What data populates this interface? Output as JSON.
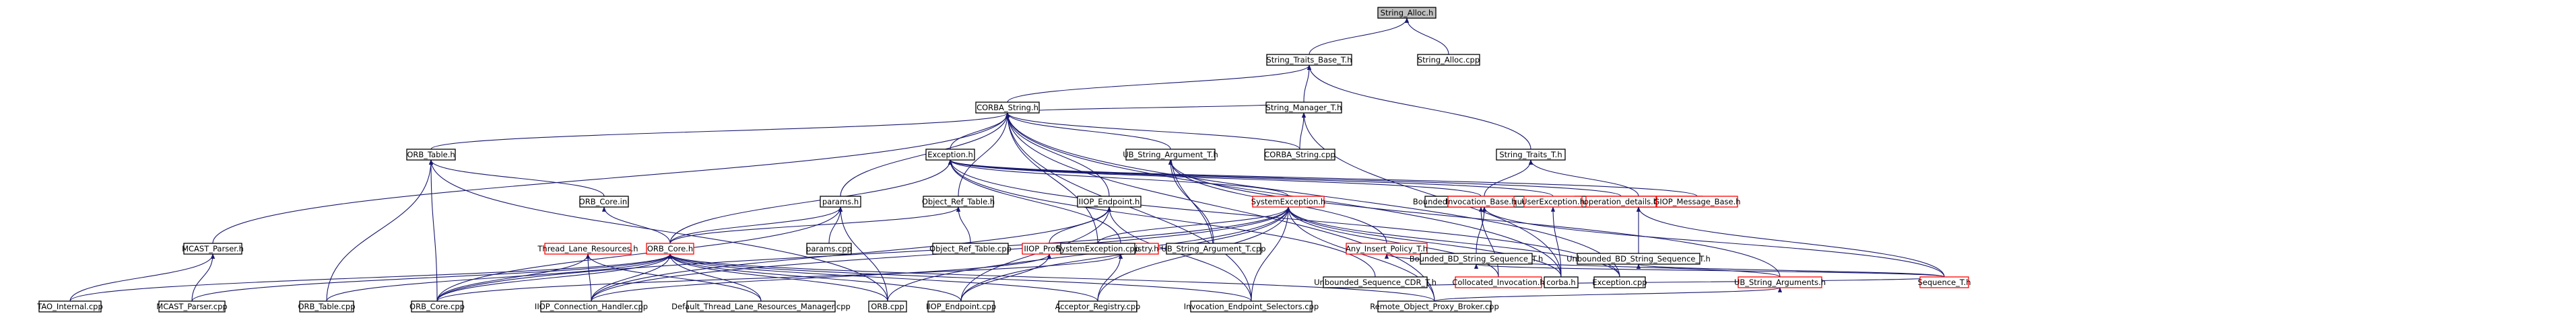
{
  "colors": {
    "edge": "#191970",
    "border_normal": "#000000",
    "border_truncated": "#ff0000",
    "root_fill": "#bfbfbf"
  },
  "nodes": [
    {
      "id": "n_string_alloc_h",
      "label": "String_Alloc.h",
      "truncated": false,
      "root": true
    },
    {
      "id": "n_string_traits_base_t_h",
      "label": "String_Traits_Base_T.h",
      "truncated": false
    },
    {
      "id": "n_string_alloc_cpp",
      "label": "String_Alloc.cpp",
      "truncated": false
    },
    {
      "id": "n_corba_string_h",
      "label": "CORBA_String.h",
      "truncated": false
    },
    {
      "id": "n_string_manager_t_h",
      "label": "String_Manager_T.h",
      "truncated": false
    },
    {
      "id": "n_string_traits_t_h",
      "label": "String_Traits_T.h",
      "truncated": false
    },
    {
      "id": "n_orb_table_h",
      "label": "ORB_Table.h",
      "truncated": false
    },
    {
      "id": "n_exception_h",
      "label": "Exception.h",
      "truncated": false
    },
    {
      "id": "n_ub_string_argument_t_h",
      "label": "UB_String_Argument_T.h",
      "truncated": false
    },
    {
      "id": "n_corba_string_cpp",
      "label": "CORBA_String.cpp",
      "truncated": false
    },
    {
      "id": "n_bounded_basic_string_sequence_t_h",
      "label": "Bounded_Basic_String_Sequence_T.h",
      "truncated": false
    },
    {
      "id": "n_unbounded_basic_string_sequence_t_h",
      "label": "Unbounded_Basic_String_Sequence_T.h",
      "truncated": false
    },
    {
      "id": "n_orb_core_inl",
      "label": "ORB_Core.inl",
      "truncated": false
    },
    {
      "id": "n_params_h",
      "label": "params.h",
      "truncated": false
    },
    {
      "id": "n_object_ref_table_h",
      "label": "Object_Ref_Table.h",
      "truncated": false
    },
    {
      "id": "n_iiop_endpoint_h",
      "label": "IIOP_Endpoint.h",
      "truncated": false
    },
    {
      "id": "n_systemexception_h",
      "label": "SystemException.h",
      "truncated": true
    },
    {
      "id": "n_invocation_base_h",
      "label": "Invocation_Base.h",
      "truncated": true
    },
    {
      "id": "n_userexception_h",
      "label": "UserException.h",
      "truncated": true
    },
    {
      "id": "n_operation_details_h",
      "label": "operation_details.h",
      "truncated": true
    },
    {
      "id": "n_giop_message_base_h",
      "label": "GIOP_Message_Base.h",
      "truncated": true
    },
    {
      "id": "n_ub_string_argument_t_cpp",
      "label": "UB_String_Argument_T.cpp",
      "truncated": false
    },
    {
      "id": "n_any_insert_policy_t_h",
      "label": "Any_Insert_Policy_T.h",
      "truncated": true
    },
    {
      "id": "n_bounded_bd_string_sequence_t_h",
      "label": "Bounded_BD_String_Sequence_T.h",
      "truncated": false
    },
    {
      "id": "n_unbounded_bd_string_sequence_t_h",
      "label": "Unbounded_BD_String_Sequence_T.h",
      "truncated": false
    },
    {
      "id": "n_mcast_parser_h",
      "label": "MCAST_Parser.h",
      "truncated": false
    },
    {
      "id": "n_params_cpp",
      "label": "params.cpp",
      "truncated": false
    },
    {
      "id": "n_thread_lane_resources_h",
      "label": "Thread_Lane_Resources.h",
      "truncated": true
    },
    {
      "id": "n_orb_core_h",
      "label": "ORB_Core.h",
      "truncated": true
    },
    {
      "id": "n_iiop_profile_h",
      "label": "IIOP_Profile.h",
      "truncated": true
    },
    {
      "id": "n_acceptor_registry_h",
      "label": "Acceptor_Registry.h",
      "truncated": true
    },
    {
      "id": "n_object_ref_table_cpp",
      "label": "Object_Ref_Table.cpp",
      "truncated": false
    },
    {
      "id": "n_systemexception_cpp",
      "label": "SystemException.cpp",
      "truncated": false
    },
    {
      "id": "n_unbounded_sequence_cdr_t_h",
      "label": "Unbounded_Sequence_CDR_T.h",
      "truncated": false
    },
    {
      "id": "n_collocated_invocation_h",
      "label": "Collocated_Invocation.h",
      "truncated": true
    },
    {
      "id": "n_corba_h",
      "label": "corba.h",
      "truncated": false
    },
    {
      "id": "n_exception_cpp",
      "label": "Exception.cpp",
      "truncated": false
    },
    {
      "id": "n_ub_string_arguments_h",
      "label": "UB_String_Arguments.h",
      "truncated": true
    },
    {
      "id": "n_sequence_t_h",
      "label": "Sequence_T.h",
      "truncated": true
    },
    {
      "id": "n_tao_internal_cpp",
      "label": "TAO_Internal.cpp",
      "truncated": false
    },
    {
      "id": "n_mcast_parser_cpp",
      "label": "MCAST_Parser.cpp",
      "truncated": false
    },
    {
      "id": "n_orb_table_cpp",
      "label": "ORB_Table.cpp",
      "truncated": false
    },
    {
      "id": "n_orb_core_cpp",
      "label": "ORB_Core.cpp",
      "truncated": false
    },
    {
      "id": "n_iiop_connection_handler_cpp",
      "label": "IIOP_Connection_Handler.cpp",
      "truncated": false
    },
    {
      "id": "n_default_thread_lane_resources_manager_cpp",
      "label": "Default_Thread_Lane_Resources_Manager.cpp",
      "truncated": false
    },
    {
      "id": "n_orb_cpp",
      "label": "ORB.cpp",
      "truncated": false
    },
    {
      "id": "n_iiop_endpoint_cpp",
      "label": "IIOP_Endpoint.cpp",
      "truncated": false
    },
    {
      "id": "n_acceptor_registry_cpp",
      "label": "Acceptor_Registry.cpp",
      "truncated": false
    },
    {
      "id": "n_invocation_endpoint_selectors_cpp",
      "label": "Invocation_Endpoint_Selectors.cpp",
      "truncated": false
    },
    {
      "id": "n_remote_object_proxy_broker_cpp",
      "label": "Remote_Object_Proxy_Broker.cpp",
      "truncated": false
    }
  ],
  "edges": [
    {
      "from": "n_string_traits_base_t_h",
      "to": "n_string_alloc_h"
    },
    {
      "from": "n_string_alloc_cpp",
      "to": "n_string_alloc_h"
    },
    {
      "from": "n_corba_string_h",
      "to": "n_string_traits_base_t_h"
    },
    {
      "from": "n_string_manager_t_h",
      "to": "n_string_traits_base_t_h"
    },
    {
      "from": "n_string_traits_t_h",
      "to": "n_string_traits_base_t_h"
    },
    {
      "from": "n_string_manager_t_h",
      "to": "n_corba_string_h"
    },
    {
      "from": "n_orb_table_h",
      "to": "n_corba_string_h"
    },
    {
      "from": "n_exception_h",
      "to": "n_corba_string_h"
    },
    {
      "from": "n_ub_string_argument_t_h",
      "to": "n_corba_string_h"
    },
    {
      "from": "n_corba_string_cpp",
      "to": "n_corba_string_h"
    },
    {
      "from": "n_mcast_parser_h",
      "to": "n_corba_string_h"
    },
    {
      "from": "n_params_h",
      "to": "n_corba_string_h"
    },
    {
      "from": "n_object_ref_table_h",
      "to": "n_corba_string_h"
    },
    {
      "from": "n_iiop_endpoint_h",
      "to": "n_corba_string_h"
    },
    {
      "from": "n_systemexception_cpp",
      "to": "n_corba_string_h"
    },
    {
      "from": "n_corba_h",
      "to": "n_corba_string_h"
    },
    {
      "from": "n_exception_cpp",
      "to": "n_corba_string_h"
    },
    {
      "from": "n_invocation_endpoint_selectors_cpp",
      "to": "n_corba_string_h"
    },
    {
      "from": "n_remote_object_proxy_broker_cpp",
      "to": "n_corba_string_h"
    },
    {
      "from": "n_corba_string_cpp",
      "to": "n_string_manager_t_h"
    },
    {
      "from": "n_corba_h",
      "to": "n_string_manager_t_h"
    },
    {
      "from": "n_bounded_basic_string_sequence_t_h",
      "to": "n_string_traits_t_h"
    },
    {
      "from": "n_unbounded_basic_string_sequence_t_h",
      "to": "n_string_traits_t_h"
    },
    {
      "from": "n_orb_core_inl",
      "to": "n_orb_table_h"
    },
    {
      "from": "n_orb_table_cpp",
      "to": "n_orb_table_h"
    },
    {
      "from": "n_orb_core_cpp",
      "to": "n_orb_table_h"
    },
    {
      "from": "n_orb_cpp",
      "to": "n_orb_table_h"
    },
    {
      "from": "n_orb_core_h",
      "to": "n_orb_core_inl"
    },
    {
      "from": "n_systemexception_h",
      "to": "n_exception_h"
    },
    {
      "from": "n_invocation_base_h",
      "to": "n_exception_h"
    },
    {
      "from": "n_userexception_h",
      "to": "n_exception_h"
    },
    {
      "from": "n_operation_details_h",
      "to": "n_exception_h"
    },
    {
      "from": "n_giop_message_base_h",
      "to": "n_exception_h"
    },
    {
      "from": "n_exception_cpp",
      "to": "n_exception_h"
    },
    {
      "from": "n_acceptor_registry_h",
      "to": "n_exception_h"
    },
    {
      "from": "n_unbounded_sequence_cdr_t_h",
      "to": "n_exception_h"
    },
    {
      "from": "n_orb_core_h",
      "to": "n_exception_h"
    },
    {
      "from": "n_ub_string_argument_t_cpp",
      "to": "n_ub_string_argument_t_h"
    },
    {
      "from": "n_any_insert_policy_t_h",
      "to": "n_ub_string_argument_t_h"
    },
    {
      "from": "n_ub_string_arguments_h",
      "to": "n_ub_string_argument_t_h"
    },
    {
      "from": "n_ub_string_argument_t_h",
      "to": "n_ub_string_argument_t_cpp"
    },
    {
      "from": "n_ub_string_arguments_h",
      "to": "n_any_insert_policy_t_h"
    },
    {
      "from": "n_bounded_bd_string_sequence_t_h",
      "to": "n_bounded_basic_string_sequence_t_h"
    },
    {
      "from": "n_sequence_t_h",
      "to": "n_bounded_basic_string_sequence_t_h"
    },
    {
      "from": "n_unbounded_bd_string_sequence_t_h",
      "to": "n_unbounded_basic_string_sequence_t_h"
    },
    {
      "from": "n_sequence_t_h",
      "to": "n_unbounded_basic_string_sequence_t_h"
    },
    {
      "from": "n_sequence_t_h",
      "to": "n_bounded_bd_string_sequence_t_h"
    },
    {
      "from": "n_sequence_t_h",
      "to": "n_unbounded_bd_string_sequence_t_h"
    },
    {
      "from": "n_sequence_t_h",
      "to": "n_unbounded_sequence_cdr_t_h"
    },
    {
      "from": "n_params_cpp",
      "to": "n_params_h"
    },
    {
      "from": "n_orb_core_h",
      "to": "n_params_h"
    },
    {
      "from": "n_orb_core_cpp",
      "to": "n_params_h"
    },
    {
      "from": "n_orb_cpp",
      "to": "n_params_h"
    },
    {
      "from": "n_object_ref_table_cpp",
      "to": "n_object_ref_table_h"
    },
    {
      "from": "n_orb_core_h",
      "to": "n_object_ref_table_h"
    },
    {
      "from": "n_iiop_profile_h",
      "to": "n_iiop_endpoint_h"
    },
    {
      "from": "n_iiop_endpoint_cpp",
      "to": "n_iiop_endpoint_h"
    },
    {
      "from": "n_iiop_connection_handler_cpp",
      "to": "n_iiop_endpoint_h"
    },
    {
      "from": "n_invocation_endpoint_selectors_cpp",
      "to": "n_iiop_endpoint_h"
    },
    {
      "from": "n_systemexception_cpp",
      "to": "n_systemexception_h"
    },
    {
      "from": "n_collocated_invocation_h",
      "to": "n_systemexception_h"
    },
    {
      "from": "n_corba_h",
      "to": "n_systemexception_h"
    },
    {
      "from": "n_exception_cpp",
      "to": "n_systemexception_h"
    },
    {
      "from": "n_orb_core_cpp",
      "to": "n_systemexception_h"
    },
    {
      "from": "n_iiop_connection_handler_cpp",
      "to": "n_systemexception_h"
    },
    {
      "from": "n_orb_cpp",
      "to": "n_systemexception_h"
    },
    {
      "from": "n_iiop_endpoint_cpp",
      "to": "n_systemexception_h"
    },
    {
      "from": "n_acceptor_registry_cpp",
      "to": "n_systemexception_h"
    },
    {
      "from": "n_invocation_endpoint_selectors_cpp",
      "to": "n_systemexception_h"
    },
    {
      "from": "n_remote_object_proxy_broker_cpp",
      "to": "n_systemexception_h"
    },
    {
      "from": "n_collocated_invocation_h",
      "to": "n_invocation_base_h"
    },
    {
      "from": "n_corba_h",
      "to": "n_userexception_h"
    },
    {
      "from": "n_remote_object_proxy_broker_cpp",
      "to": "n_ub_string_arguments_h"
    },
    {
      "from": "n_tao_internal_cpp",
      "to": "n_mcast_parser_h"
    },
    {
      "from": "n_mcast_parser_cpp",
      "to": "n_mcast_parser_h"
    },
    {
      "from": "n_orb_core_cpp",
      "to": "n_thread_lane_resources_h"
    },
    {
      "from": "n_iiop_connection_handler_cpp",
      "to": "n_thread_lane_resources_h"
    },
    {
      "from": "n_default_thread_lane_resources_manager_cpp",
      "to": "n_thread_lane_resources_h"
    },
    {
      "from": "n_tao_internal_cpp",
      "to": "n_orb_core_h"
    },
    {
      "from": "n_mcast_parser_cpp",
      "to": "n_orb_core_h"
    },
    {
      "from": "n_orb_table_cpp",
      "to": "n_orb_core_h"
    },
    {
      "from": "n_orb_core_cpp",
      "to": "n_orb_core_h"
    },
    {
      "from": "n_iiop_connection_handler_cpp",
      "to": "n_orb_core_h"
    },
    {
      "from": "n_default_thread_lane_resources_manager_cpp",
      "to": "n_orb_core_h"
    },
    {
      "from": "n_orb_cpp",
      "to": "n_orb_core_h"
    },
    {
      "from": "n_iiop_endpoint_cpp",
      "to": "n_orb_core_h"
    },
    {
      "from": "n_acceptor_registry_cpp",
      "to": "n_orb_core_h"
    },
    {
      "from": "n_invocation_endpoint_selectors_cpp",
      "to": "n_orb_core_h"
    },
    {
      "from": "n_remote_object_proxy_broker_cpp",
      "to": "n_orb_core_h"
    },
    {
      "from": "n_iiop_endpoint_cpp",
      "to": "n_iiop_profile_h"
    },
    {
      "from": "n_iiop_connection_handler_cpp",
      "to": "n_iiop_profile_h"
    },
    {
      "from": "n_acceptor_registry_cpp",
      "to": "n_acceptor_registry_h"
    },
    {
      "from": "n_orb_core_cpp",
      "to": "n_acceptor_registry_h"
    }
  ]
}
